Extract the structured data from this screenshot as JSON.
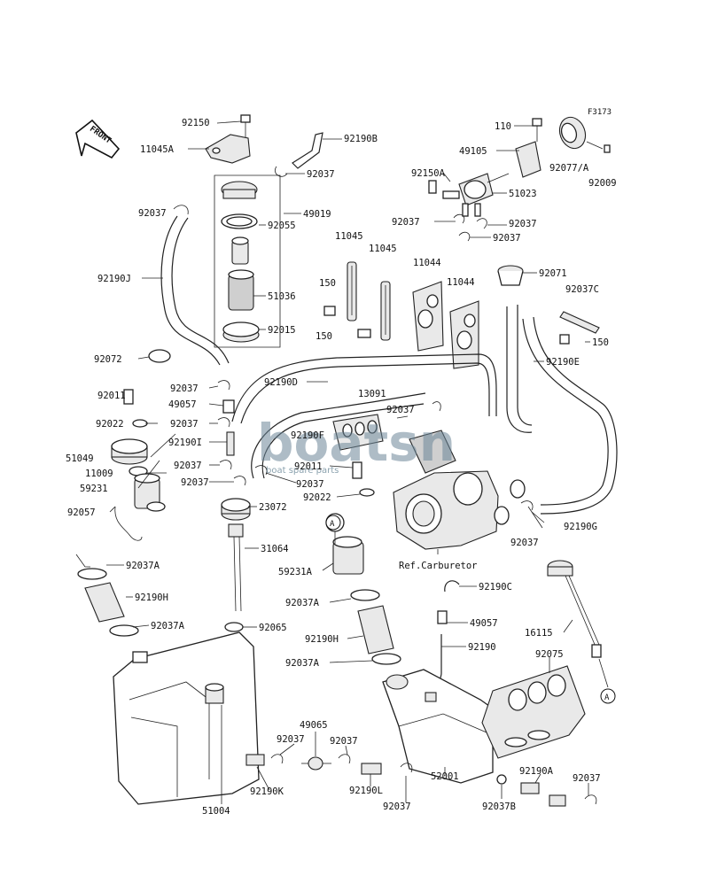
{
  "figure_code": "F3173",
  "front_label": "FRONT",
  "ref_label": "Ref.Carburetor",
  "watermark": {
    "title": "boatsn",
    "subtitle": "boat spare parts"
  },
  "callout_letter": "A",
  "labels": {
    "l92150": "92150",
    "l11045A": "11045A",
    "l92190B": "92190B",
    "l92037_a": "92037",
    "l110": "110",
    "l49105": "49105",
    "l92150A": "92150A",
    "l51023": "51023",
    "l92077A": "92077/A",
    "l92009": "92009",
    "l92037_b": "92037",
    "l49019": "49019",
    "l92055": "92055",
    "l51036": "51036",
    "l92015": "92015",
    "l92190J": "92190J",
    "l92072": "92072",
    "l11045_1": "11045",
    "l11045_2": "11045",
    "l150_1": "150",
    "l150_2": "150",
    "l11044_1": "11044",
    "l11044_2": "11044",
    "l92037_c": "92037",
    "l92037_d": "92037",
    "l92037_e": "92037",
    "l92071": "92071",
    "l92037C": "92037C",
    "l150_3": "150",
    "l92190E": "92190E",
    "l92011_1": "92011",
    "l92022_1": "92022",
    "l51049": "51049",
    "l11009": "11009",
    "l59231": "59231",
    "l92057": "92057",
    "l92190D": "92190D",
    "l92037_f": "92037",
    "l49057_1": "49057",
    "l92037_g": "92037",
    "l13091": "13091",
    "l92037_h": "92037",
    "l92190I": "92190I",
    "l92190F": "92190F",
    "l92037_i": "92037",
    "l92011_2": "92011",
    "l92037_j": "92037",
    "l92037_k": "92037",
    "l92022_2": "92022",
    "l23072": "23072",
    "l31064": "31064",
    "l59231A": "59231A",
    "l92037_l": "92037",
    "l92190G": "92190G",
    "l92037A_1": "92037A",
    "l92190H_1": "92190H",
    "l92037A_2": "92037A",
    "l92065": "92065",
    "l92190C": "92190C",
    "l92037A_3": "92037A",
    "l49057_2": "49057",
    "l92190H_2": "92190H",
    "l92190": "92190",
    "l92037A_4": "92037A",
    "l16115": "16115",
    "l92075": "92075",
    "l49065": "49065",
    "l92037_m": "92037",
    "l92037_n": "92037",
    "l92190K": "92190K",
    "l92190L": "92190L",
    "l92037_o": "92037",
    "l51004": "51004",
    "l52001": "52001",
    "l92037B": "92037B",
    "l92190A": "92190A",
    "l92037_p": "92037"
  }
}
